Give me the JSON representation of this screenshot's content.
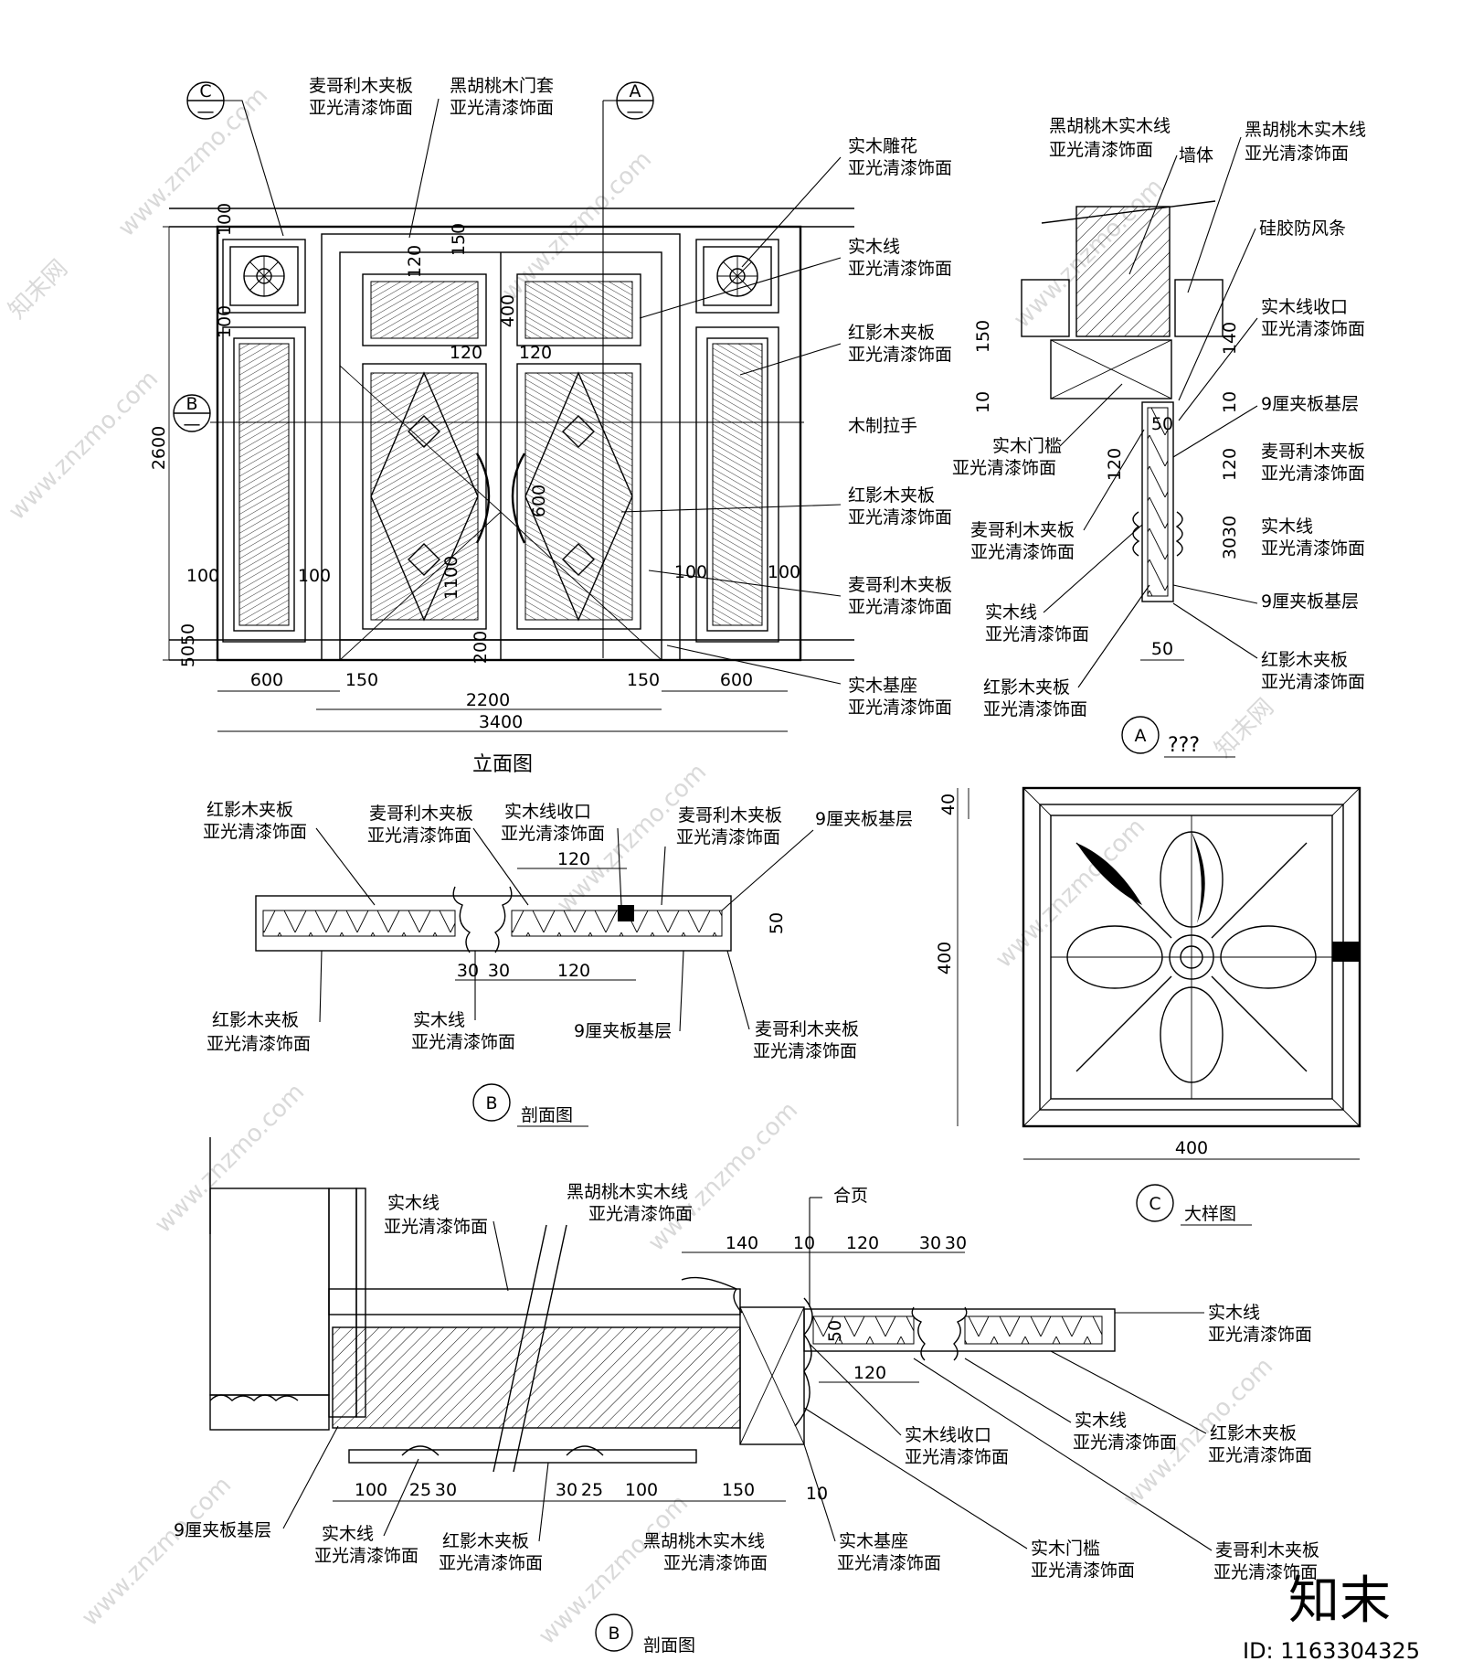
{
  "elevation": {
    "title": "立面图",
    "callouts": {
      "c": "C",
      "a": "A",
      "b": "B",
      "dash": "—"
    },
    "labels": {
      "l1a": "麦哥利木夹板",
      "l1b": "亚光清漆饰面",
      "l2a": "黑胡桃木门套",
      "l2b": "亚光清漆饰面",
      "l3a": "实木雕花",
      "l3b": "亚光清漆饰面",
      "l4a": "实木线",
      "l4b": "亚光清漆饰面",
      "l5a": "红影木夹板",
      "l5b": "亚光清漆饰面",
      "l6": "木制拉手",
      "l7a": "红影木夹板",
      "l7b": "亚光清漆饰面",
      "l8a": "麦哥利木夹板",
      "l8b": "亚光清漆饰面",
      "l9a": "实木基座",
      "l9b": "亚光清漆饰面"
    },
    "dims": {
      "d100top": "100",
      "d150": "150",
      "d120a": "120",
      "d400": "400",
      "d120b": "120",
      "d120c": "120",
      "d100b": "100",
      "d2600": "2600",
      "d600h": "600",
      "d100l": "100",
      "d100r": "100",
      "d100l2": "100",
      "d100r2": "100",
      "d50": "50",
      "d50b": "50",
      "d200": "200",
      "d1100": "1100",
      "w600l": "600",
      "w150l": "150",
      "w150r": "150",
      "w600r": "600",
      "w2200": "2200",
      "w3400": "3400"
    }
  },
  "sectionA": {
    "callout": "A",
    "title": "???",
    "labels": {
      "a1a": "黑胡桃木实木线",
      "a1b": "亚光清漆饰面",
      "a2": "墙体",
      "a3a": "黑胡桃木实木线",
      "a3b": "亚光清漆饰面",
      "a4": "硅胶防风条",
      "a5a": "实木线收口",
      "a5b": "亚光清漆饰面",
      "a6": "9厘夹板基层",
      "a7a": "麦哥利木夹板",
      "a7b": "亚光清漆饰面",
      "a8a": "实木线",
      "a8b": "亚光清漆饰面",
      "a9": "9厘夹板基层",
      "a10a": "红影木夹板",
      "a10b": "亚光清漆饰面",
      "a11a": "实木门槛",
      "a11b": "亚光清漆饰面",
      "a12a": "麦哥利木夹板",
      "a12b": "亚光清漆饰面",
      "a13a": "实木线",
      "a13b": "亚光清漆饰面",
      "a14a": "红影木夹板",
      "a14b": "亚光清漆饰面"
    },
    "dims": {
      "s150": "150",
      "s10": "10",
      "s140": "140",
      "s10b": "10",
      "s50": "50",
      "s120": "120",
      "s120b": "120",
      "s30": "30",
      "s30b": "30",
      "s50w": "50"
    }
  },
  "sectionB1": {
    "callout": "B",
    "title": "剖面图",
    "labels": {
      "b1a": "红影木夹板",
      "b1b": "亚光清漆饰面",
      "b2a": "麦哥利木夹板",
      "b2b": "亚光清漆饰面",
      "b3a": "实木线收口",
      "b3b": "亚光清漆饰面",
      "b4a": "麦哥利木夹板",
      "b4b": "亚光清漆饰面",
      "b5": "9厘夹板基层",
      "b6a": "红影木夹板",
      "b6b": "亚光清漆饰面",
      "b7a": "实木线",
      "b7b": "亚光清漆饰面",
      "b8": "9厘夹板基层",
      "b9a": "麦哥利木夹板",
      "b9b": "亚光清漆饰面"
    },
    "dims": {
      "b120t": "120",
      "b50": "50",
      "b30a": "30",
      "b30b": "30",
      "b120b": "120"
    }
  },
  "detailC": {
    "callout": "C",
    "title": "大样图",
    "dims": {
      "c40": "40",
      "c400v": "400",
      "c400h": "400"
    }
  },
  "sectionB2": {
    "callout": "B",
    "title": "剖面图",
    "labels": {
      "e1a": "实木线",
      "e1b": "亚光清漆饰面",
      "e2a": "黑胡桃木实木线",
      "e2b": "亚光清漆饰面",
      "e3": "合页",
      "e4a": "实木线",
      "e4b": "亚光清漆饰面",
      "e5a": "实木线收口",
      "e5b": "亚光清漆饰面",
      "e6a": "实木线",
      "e6b": "亚光清漆饰面",
      "e7a": "红影木夹板",
      "e7b": "亚光清漆饰面",
      "e8": "9厘夹板基层",
      "e9a": "实木线",
      "e9b": "亚光清漆饰面",
      "e10a": "红影木夹板",
      "e10b": "亚光清漆饰面",
      "e11a": "黑胡桃木实木线",
      "e11b": "亚光清漆饰面",
      "e12a": "实木基座",
      "e12b": "亚光清漆饰面",
      "e13a": "实木门槛",
      "e13b": "亚光清漆饰面",
      "e14a": "麦哥利木夹板",
      "e14b": "亚光清漆饰面"
    },
    "dims": {
      "f140": "140",
      "f10": "10",
      "f120": "120",
      "f30a": "30",
      "f30b": "30",
      "f120b": "120",
      "f50": "50",
      "g100": "100",
      "g25": "25",
      "g30": "30",
      "g30b": "30",
      "g25b": "25",
      "g100b": "100",
      "g150": "150",
      "g10": "10"
    }
  },
  "watermark": {
    "site": "www.znzmo.com",
    "brand": "知末网",
    "logo": "知末",
    "id": "ID: 1163304325"
  }
}
